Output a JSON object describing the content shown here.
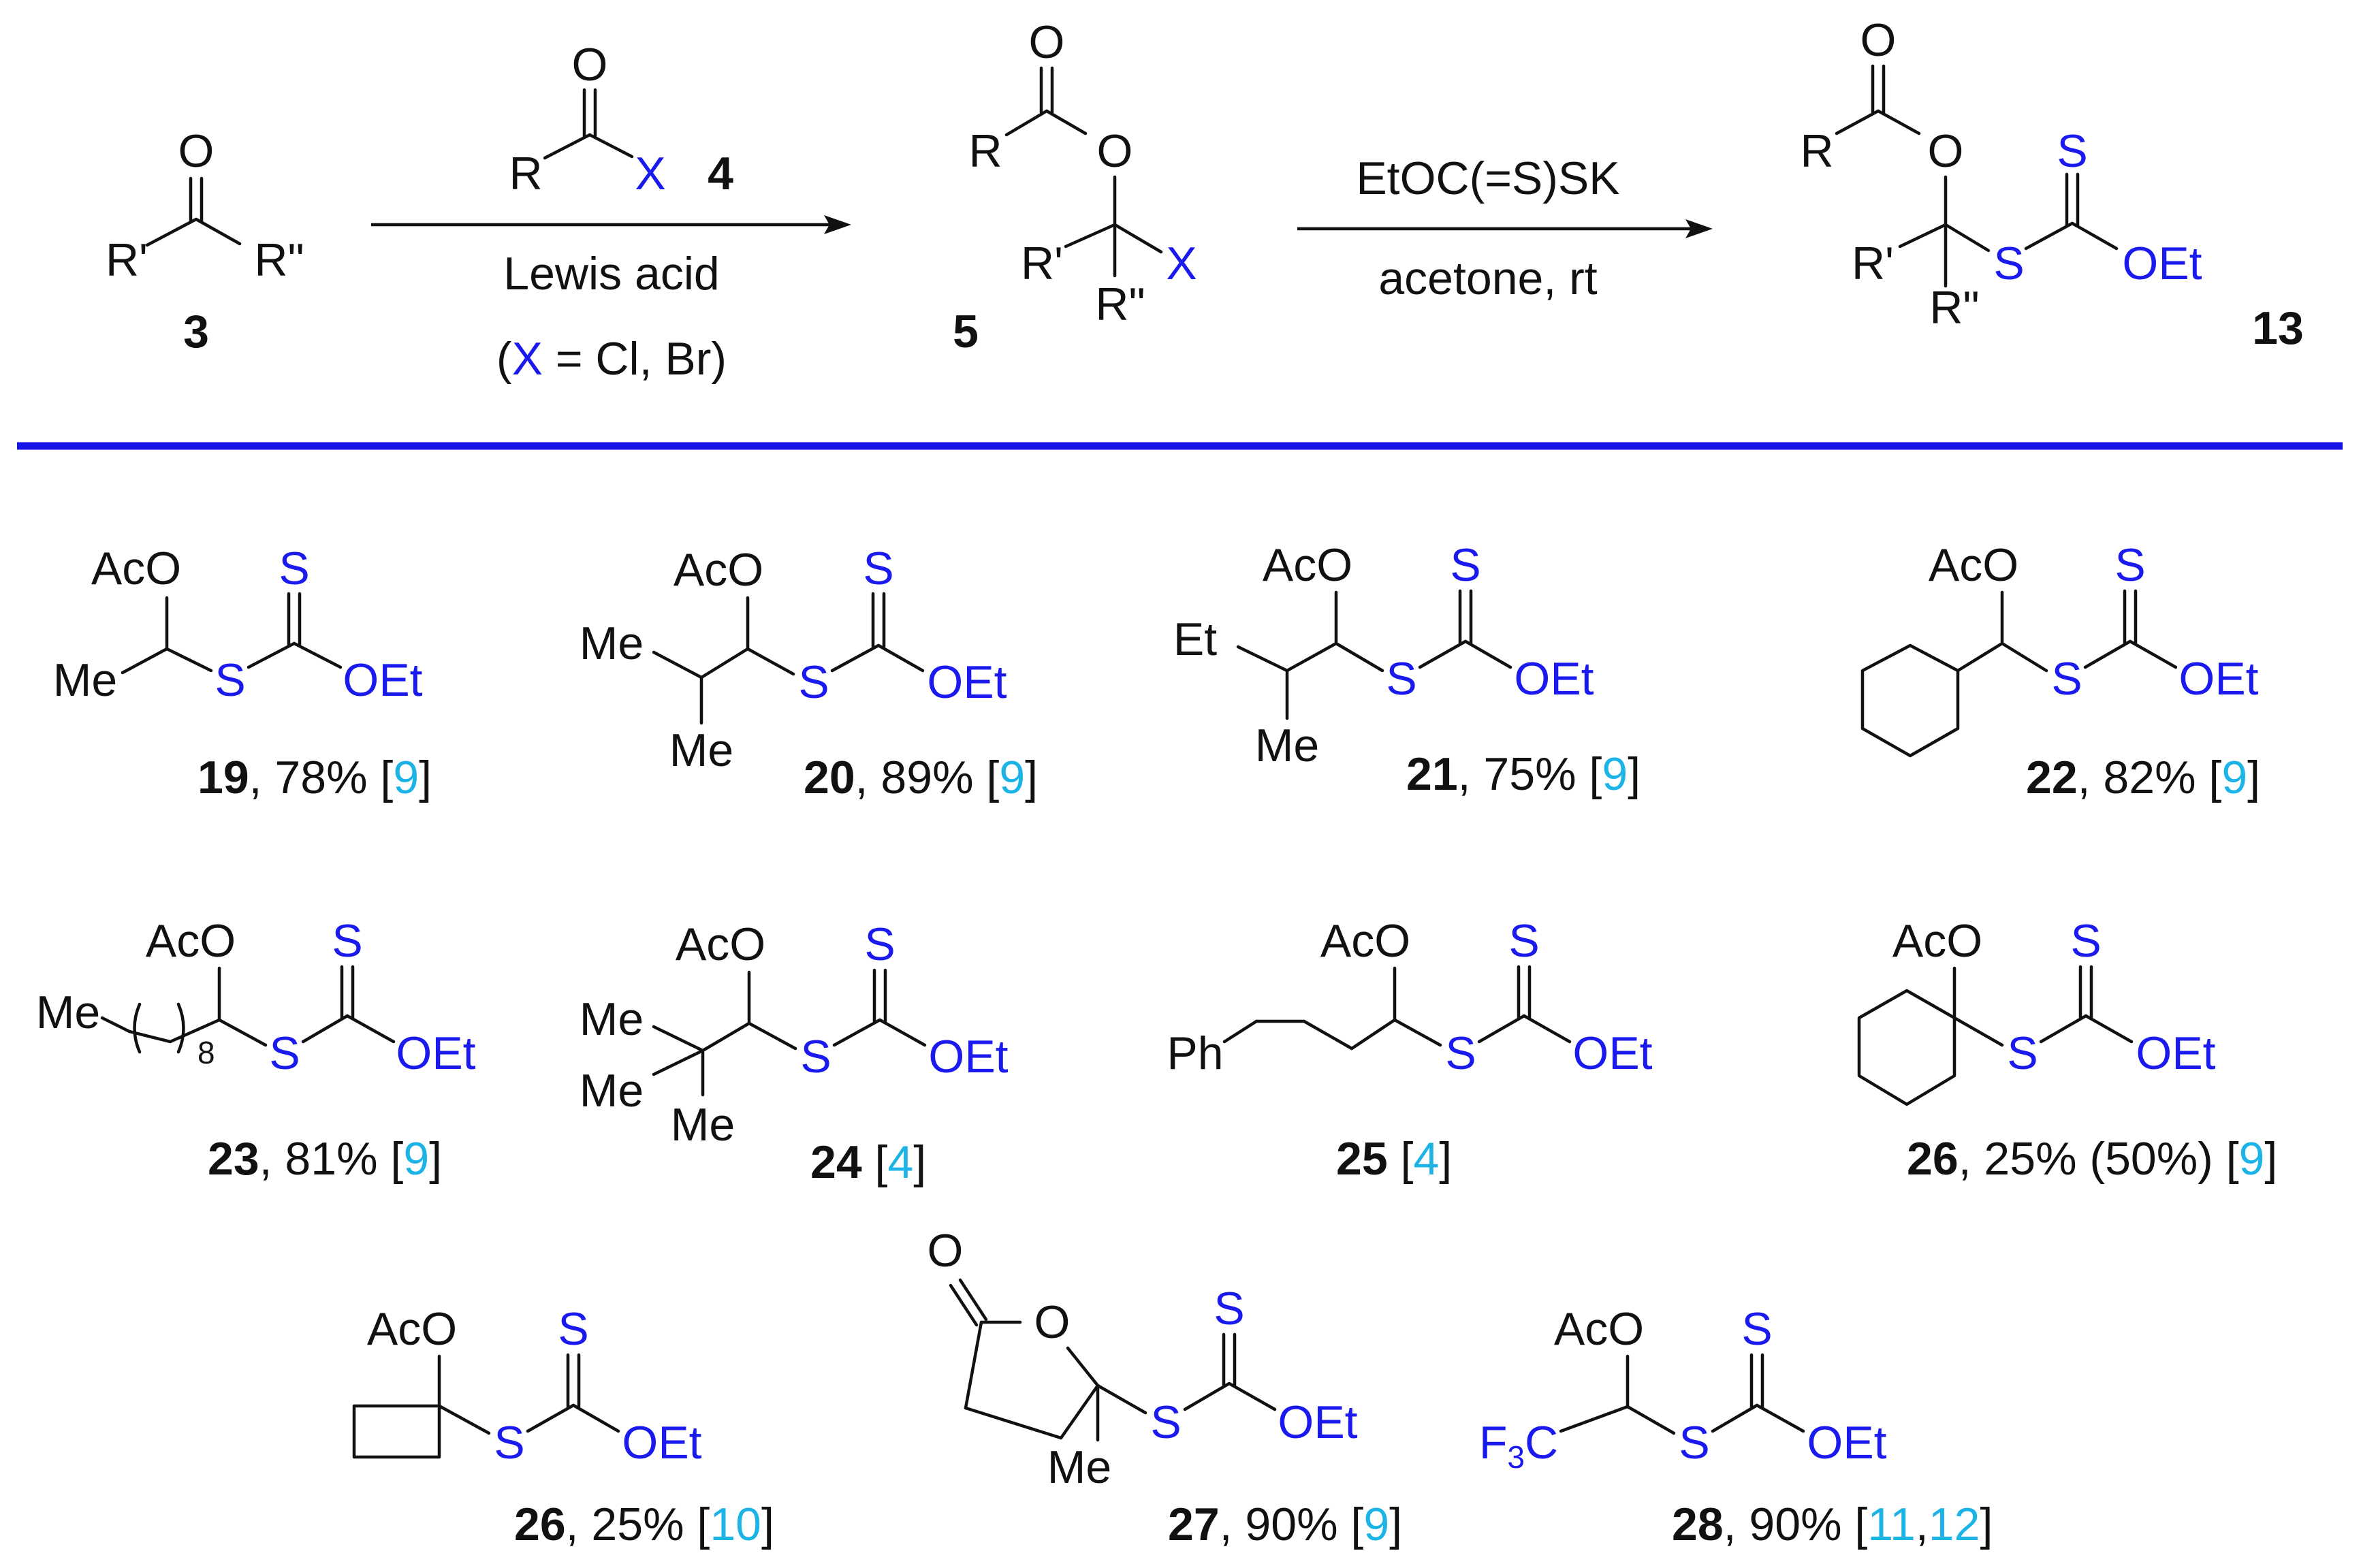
{
  "scheme": {
    "ketone": {
      "oxygen": "O",
      "r1": "R'",
      "r2": "R\"",
      "number": "3"
    },
    "acyl_halide": {
      "oxygen": "O",
      "r": "R",
      "x": "X",
      "number": "4"
    },
    "step1": {
      "reagent": "Lewis acid",
      "x_def_prefix": "(",
      "x_def_x": "X",
      "x_def_suffix": " = Cl, Br)"
    },
    "intermediate": {
      "carbonyl_o": "O",
      "r": "R",
      "ether_o": "O",
      "r1": "R'",
      "r2": "R\"",
      "x": "X",
      "number": "5"
    },
    "step2": {
      "reagent": "EtOC(=S)SK",
      "conditions": "acetone, rt"
    },
    "product": {
      "carbonyl_o": "O",
      "r": "R",
      "ether_o": "O",
      "r1": "R'",
      "r2": "R\"",
      "s_thione": "S",
      "s_thio": "S",
      "oet": "OEt",
      "number": "13"
    }
  },
  "labels": {
    "aco": "AcO",
    "s": "S",
    "oet": "OEt",
    "me": "Me",
    "et": "Et",
    "ph": "Ph",
    "o": "O",
    "f3c_pre": "F",
    "f3c_sub": "3",
    "f3c_post": "C",
    "sub8": "8"
  },
  "products": [
    {
      "number": "19",
      "yield_text": ", 78%  [",
      "refs": [
        "9"
      ],
      "close": "]"
    },
    {
      "number": "20",
      "yield_text": ", 89% [",
      "refs": [
        "9"
      ],
      "close": "]"
    },
    {
      "number": "21",
      "yield_text": ", 75% [",
      "refs": [
        "9"
      ],
      "close": "]"
    },
    {
      "number": "22",
      "yield_text": ", 82% [",
      "refs": [
        "9"
      ],
      "close": "]"
    },
    {
      "number": "23",
      "yield_text": ", 81% [",
      "refs": [
        "9"
      ],
      "close": "]"
    },
    {
      "number": "24",
      "yield_text": " [",
      "refs": [
        "4"
      ],
      "close": "]"
    },
    {
      "number": "25",
      "yield_text": " [",
      "refs": [
        "4"
      ],
      "close": "]"
    },
    {
      "number": "26",
      "yield_text": ", 25% (50%) [",
      "refs": [
        "9"
      ],
      "close": "]"
    },
    {
      "number": "26",
      "yield_text": ", 25% [",
      "refs": [
        "10"
      ],
      "close": "]"
    },
    {
      "number": "27",
      "yield_text": ", 90% [",
      "refs": [
        "9"
      ],
      "close": "]"
    },
    {
      "number": "28",
      "yield_text": ", 90% [",
      "refs": [
        "11",
        "12"
      ],
      "ref_sep": ",",
      "close": "]"
    }
  ],
  "colors": {
    "heteroatom_blue": "#1a1aee",
    "reference_cyan": "#1cb4e6",
    "separator_blue": "#1414e6"
  }
}
